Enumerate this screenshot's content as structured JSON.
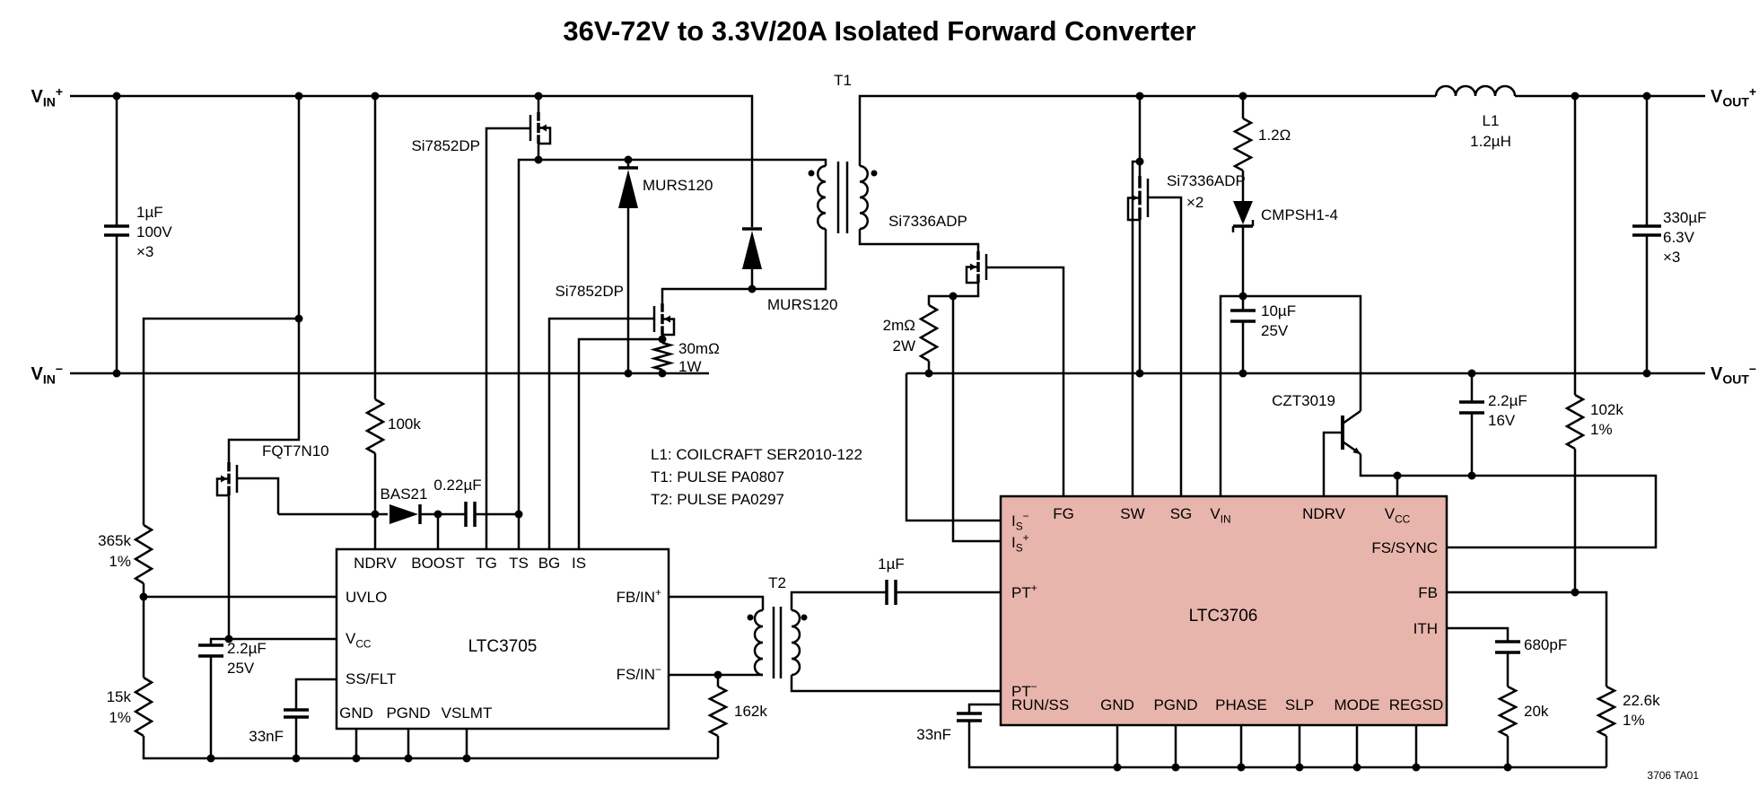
{
  "title": "36V-72V to 3.3V/20A Isolated Forward Converter",
  "figure_id": "3706 TA01",
  "rails": {
    "vin_plus": [
      {
        "t": "V"
      },
      {
        "b": "IN"
      },
      {
        "p": "+"
      }
    ],
    "vin_minus": [
      {
        "t": "V"
      },
      {
        "b": "IN"
      },
      {
        "p": "−"
      }
    ],
    "vout_plus": [
      {
        "t": "V"
      },
      {
        "b": "OUT"
      },
      {
        "p": "+"
      }
    ],
    "vout_minus": [
      {
        "t": "V"
      },
      {
        "b": "OUT"
      },
      {
        "p": "−"
      }
    ]
  },
  "notes": {
    "line1": "L1: COILCRAFT SER2010-122",
    "line2": "T1: PULSE PA0807",
    "line3": "T2: PULSE PA0297"
  },
  "components": {
    "cin": {
      "l1": "1µF",
      "l2": "100V",
      "l3": "×3"
    },
    "q1": "Si7852DP",
    "q2": "Si7852DP",
    "d1": "MURS120",
    "d2": "MURS120",
    "r_sense_pri": {
      "l1": "30mΩ",
      "l2": "1W"
    },
    "t1": "T1",
    "t2": "T2",
    "q_fwd": "Si7336ADP",
    "q_catch": {
      "l1": "Si7336ADP",
      "l2": "×2"
    },
    "r_sense_sec": {
      "l1": "2mΩ",
      "l2": "2W"
    },
    "r_bias": "1.2Ω",
    "d_bias": "CMPSH1-4",
    "c_bias": {
      "l1": "10µF",
      "l2": "25V"
    },
    "l1": {
      "l1": "L1",
      "l2": "1.2µH"
    },
    "cout": {
      "l1": "330µF",
      "l2": "6.3V",
      "l3": "×3"
    },
    "q_reg": "CZT3019",
    "c_vcc_sec": {
      "l1": "2.2µF",
      "l2": "16V"
    },
    "r_fb_top": {
      "l1": "102k",
      "l2": "1%"
    },
    "q_start": "FQT7N10",
    "r_start": "100k",
    "d_boost": "BAS21",
    "c_boost": "0.22µF",
    "r_uvlo_top": {
      "l1": "365k",
      "l2": "1%"
    },
    "c_vcc_pri": {
      "l1": "2.2µF",
      "l2": "25V"
    },
    "r_uvlo_bot": {
      "l1": "15k",
      "l2": "1%"
    },
    "c_ss_pri": "33nF",
    "c_pt": "1µF",
    "r_fs_pri": "162k",
    "c_ss_sec": "33nF",
    "c_ith": "680pF",
    "r_ith": "20k",
    "r_fb_bot": {
      "l1": "22.6k",
      "l2": "1%"
    }
  },
  "ics": {
    "ltc3705": {
      "name": "LTC3705",
      "fill": "#ffffff",
      "pins": {
        "ndrv": "NDRV",
        "boost": "BOOST",
        "tg": "TG",
        "ts": "TS",
        "bg": "BG",
        "is": "IS",
        "uvlo": "UVLO",
        "ssflt": "SS/FLT",
        "gnd": "GND",
        "pgnd": "PGND",
        "vslmt": "VSLMT",
        "vcc": [
          {
            "t": "V"
          },
          {
            "b": "CC"
          }
        ],
        "fbin": [
          {
            "t": "FB/IN"
          },
          {
            "p": "+"
          }
        ],
        "fsin": [
          {
            "t": "FS/IN"
          },
          {
            "p": "−"
          }
        ]
      }
    },
    "ltc3706": {
      "name": "LTC3706",
      "accent": "#e8b5ac",
      "pins": {
        "fg": "FG",
        "sw": "SW",
        "sg": "SG",
        "ndrv": "NDRV",
        "vin": [
          {
            "t": "V"
          },
          {
            "b": "IN"
          }
        ],
        "vcc": [
          {
            "t": "V"
          },
          {
            "b": "CC"
          }
        ],
        "is_minus": [
          {
            "t": "I"
          },
          {
            "b": "S"
          },
          {
            "p": "−"
          }
        ],
        "is_plus": [
          {
            "t": "I"
          },
          {
            "b": "S"
          },
          {
            "p": "+"
          }
        ],
        "pt_plus": [
          {
            "t": "PT"
          },
          {
            "p": "+"
          }
        ],
        "pt_minus": [
          {
            "t": "PT"
          },
          {
            "p": "−"
          }
        ],
        "runss": "RUN/SS",
        "fssync": "FS/SYNC",
        "fb": "FB",
        "ith": "ITH",
        "gnd": "GND",
        "pgnd": "PGND",
        "phase": "PHASE",
        "slp": "SLP",
        "mode": "MODE",
        "regsd": "REGSD"
      }
    }
  }
}
